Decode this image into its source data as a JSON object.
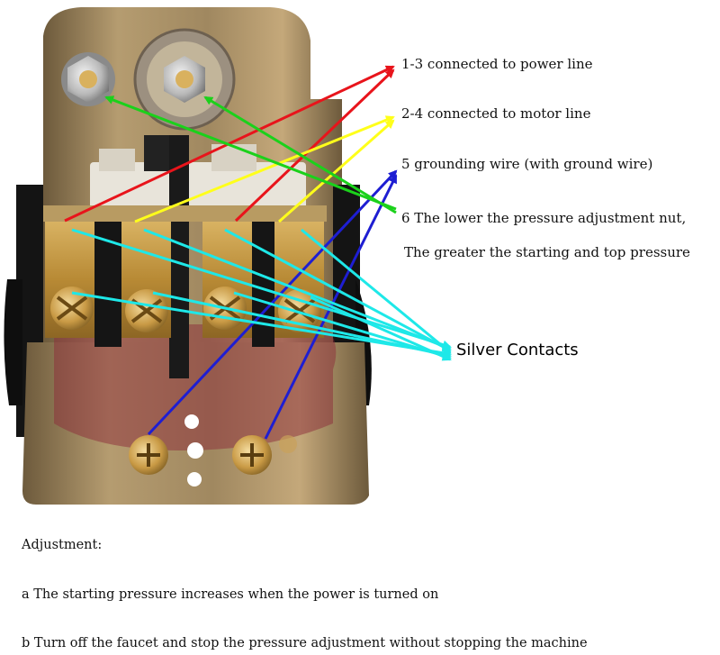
{
  "labels": {
    "power_line": "1-3 connected to power line",
    "motor_line": "2-4 connected to motor line",
    "grounding": "5 grounding wire (with ground wire)",
    "adjust_nut_line1": "6 The lower the pressure adjustment nut,",
    "adjust_nut_line2": "The greater the starting and top pressure",
    "silver_contacts": "Silver Contacts"
  },
  "notes": {
    "heading": "Adjustment:",
    "item_a": "a The starting pressure increases when the power is turned on",
    "item_b": "b Turn off the faucet and stop the pressure adjustment without stopping the machine"
  },
  "colors": {
    "power": "#e8141b",
    "motor": "#ffff1a",
    "ground": "#1e1ed2",
    "adjust": "#1bd11b",
    "contacts": "#1ee8e8",
    "brass": "#b58a3c",
    "metal": "#9e8a66",
    "black_plastic": "#1a1a1a",
    "white_plastic": "#e8e4da"
  },
  "icons": [
    "adjustment-nut-icon",
    "terminal-screw-icon",
    "ground-screw-icon",
    "arrow-icon"
  ]
}
